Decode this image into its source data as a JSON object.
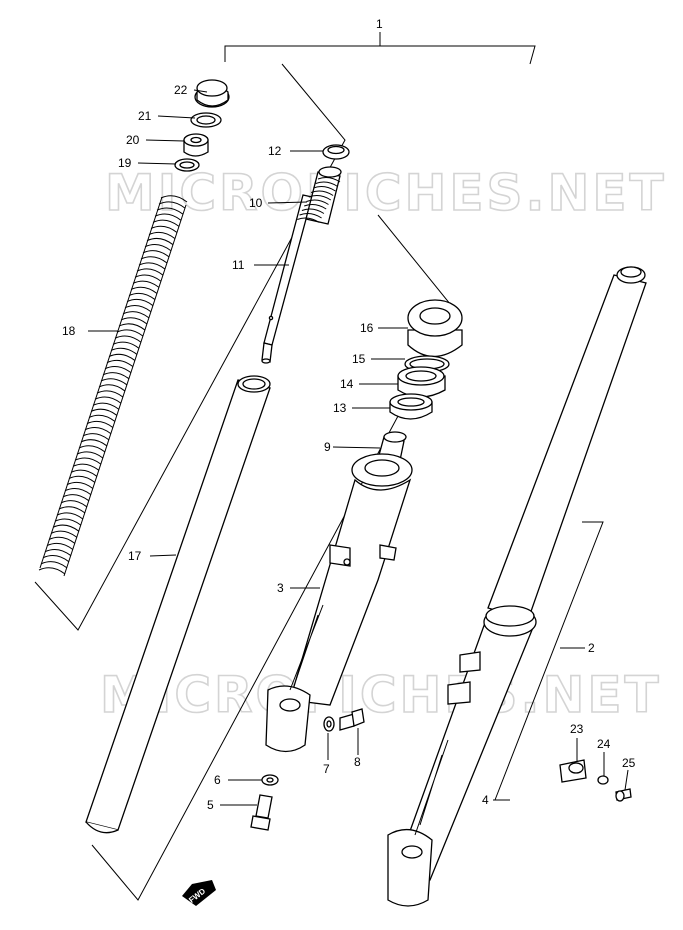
{
  "watermark": {
    "text": "MICROFICHES.NET"
  },
  "badge": {
    "text": "FWD"
  },
  "labels": {
    "p1": "1",
    "p2": "2",
    "p3": "3",
    "p4": "4",
    "p5": "5",
    "p6": "6",
    "p7": "7",
    "p8": "8",
    "p9": "9",
    "p10": "10",
    "p11": "11",
    "p12": "12",
    "p13": "13",
    "p14": "14",
    "p15": "15",
    "p16": "16",
    "p17": "17",
    "p18": "18",
    "p19": "19",
    "p20": "20",
    "p21": "21",
    "p22": "22",
    "p23": "23",
    "p24": "24",
    "p25": "25"
  }
}
